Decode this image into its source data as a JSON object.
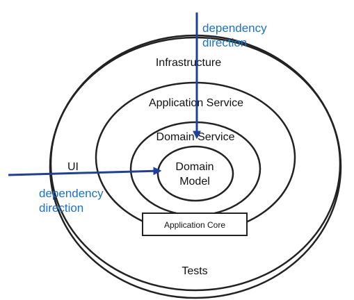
{
  "colors": {
    "ring": "#222222",
    "arrow": "#1f3f9e",
    "annotation": "#1a73c6",
    "text": "#111111",
    "background": "#ffffff"
  },
  "layers": {
    "infrastructure": "Infrastructure",
    "application_service": "Application Service",
    "domain_service": "Domain Service",
    "domain_model_line1": "Domain",
    "domain_model_line2": "Model",
    "application_core": "Application Core",
    "ui": "UI",
    "tests": "Tests"
  },
  "annotations": {
    "top_line1": "dependency",
    "top_line2": "direction",
    "left_line1": "dependency",
    "left_line2": "direction"
  }
}
